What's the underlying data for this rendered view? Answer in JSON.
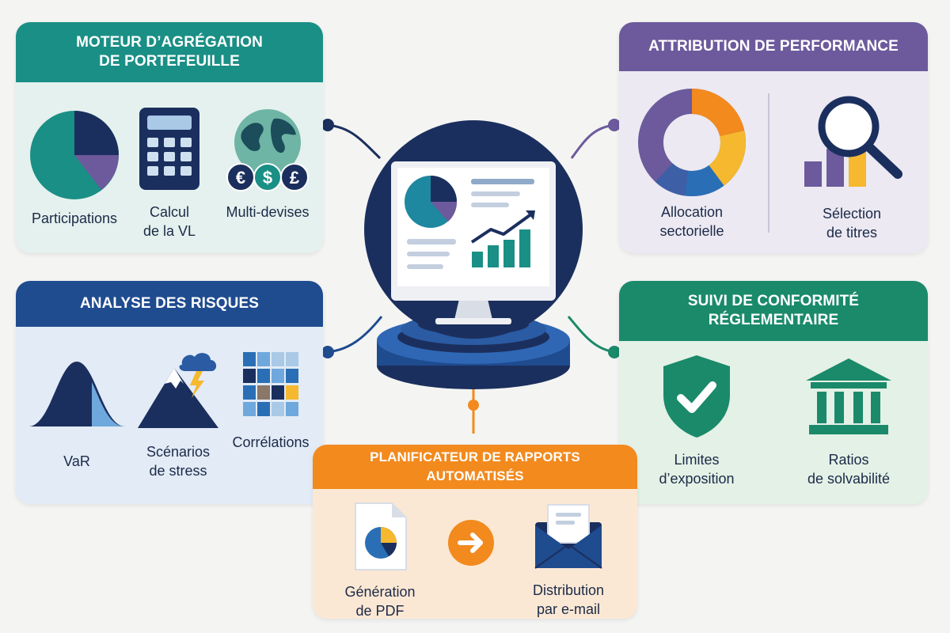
{
  "colors": {
    "teal": "#1a8f85",
    "purple": "#6c5a9c",
    "navy": "#1f4b8f",
    "green": "#1a8a6a",
    "orange": "#f28a1e",
    "dark_navy": "#1b2f5e"
  },
  "modules": {
    "aggregation": {
      "title_line1": "MOTEUR D’AGRÉGATION",
      "title_line2": "DE PORTEFEUILLE",
      "items": [
        {
          "line1": "Participations",
          "line2": "",
          "icon": "pie-chart-icon"
        },
        {
          "line1": "Calcul",
          "line2": "de la VL",
          "icon": "calculator-icon"
        },
        {
          "line1": "Multi-devises",
          "line2": "",
          "icon": "globe-currency-icon",
          "symbols": [
            "€",
            "$",
            "£"
          ]
        }
      ]
    },
    "attribution": {
      "title_line1": "ATTRIBUTION DE PERFORMANCE",
      "items": [
        {
          "line1": "Allocation",
          "line2": "sectorielle",
          "icon": "donut-chart-icon"
        },
        {
          "line1": "Sélection",
          "line2": "de titres",
          "icon": "magnifier-bars-icon"
        }
      ]
    },
    "risk": {
      "title_line1": "ANALYSE DES RISQUES",
      "items": [
        {
          "line1": "VaR",
          "line2": "",
          "icon": "bell-curve-icon"
        },
        {
          "line1": "Scénarios",
          "line2": "de stress",
          "icon": "mountain-storm-icon"
        },
        {
          "line1": "Corrélations",
          "line2": "",
          "icon": "heatmap-grid-icon"
        }
      ]
    },
    "compliance": {
      "title_line1": "SUIVI DE CONFORMITÉ",
      "title_line2": "RÉGLEMENTAIRE",
      "items": [
        {
          "line1": "Limites",
          "line2": "d’exposition",
          "icon": "shield-check-icon"
        },
        {
          "line1": "Ratios",
          "line2": "de solvabilité",
          "icon": "bank-icon"
        }
      ]
    },
    "reports": {
      "title_line1": "PLANIFICATEUR DE RAPPORTS AUTOMATISÉS",
      "items": [
        {
          "line1": "Génération",
          "line2": "de PDF",
          "icon": "pdf-document-icon"
        },
        {
          "line1": "",
          "line2": "",
          "icon": "arrow-right-icon"
        },
        {
          "line1": "Distribution",
          "line2": "par e-mail",
          "icon": "envelope-icon"
        }
      ]
    }
  },
  "hub": {
    "icon": "dashboard-monitor-icon"
  }
}
